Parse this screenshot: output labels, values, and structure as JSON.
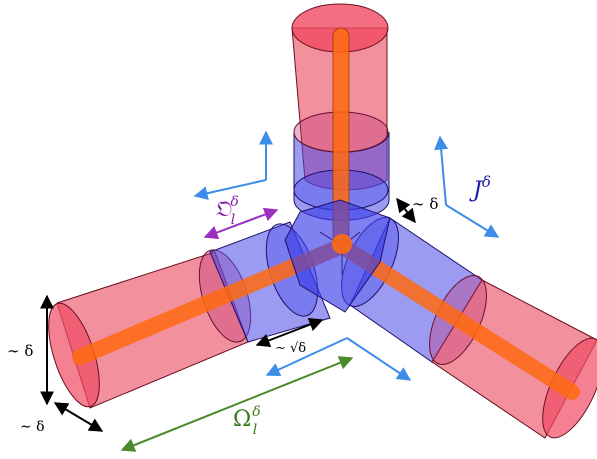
{
  "labels": {
    "delta_left": "∼ δ",
    "delta_bottom": "∼ δ",
    "delta_junction": "∼ δ",
    "sqrt_delta": "∼ √δ",
    "junction_main": "J",
    "junction_sup": "δ",
    "link_main": "𝔒",
    "link_sub": "l",
    "link_sup": "δ",
    "omega_main": "Ω",
    "omega_sub": "l",
    "omega_sup": "δ"
  },
  "colors": {
    "outer_tube_red": "#e8354f",
    "inner_tube_blue": "#3a3ee8",
    "core_orange": "#ff6a10",
    "arrow_blue": "#3b8de8",
    "arrow_purple": "#9b30c0",
    "arrow_green": "#4a8a2a",
    "arrow_black": "#000000",
    "text_blue": "#1a1aa8",
    "text_purple": "#8a1fa8",
    "text_green": "#3a7a1a"
  }
}
